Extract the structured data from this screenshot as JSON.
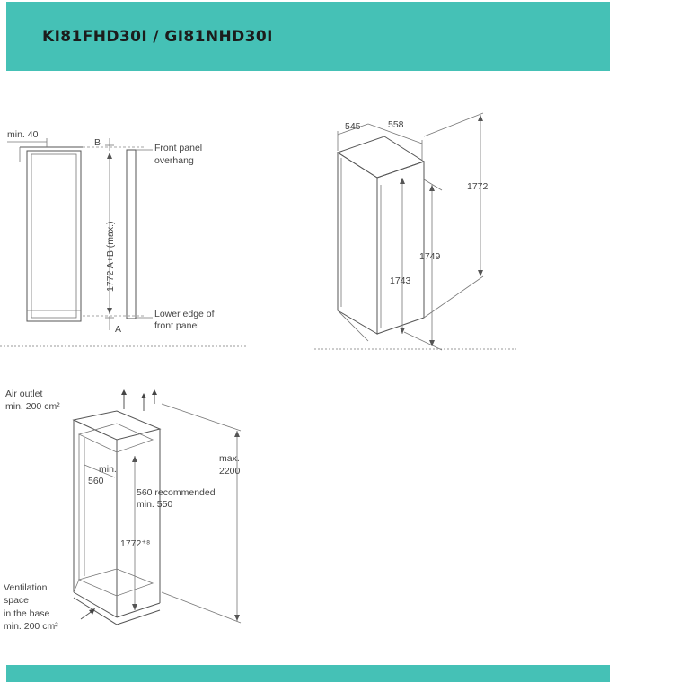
{
  "header": {
    "title": "KI81FHD30I / GI81NHD30I",
    "color": "#45c1b6"
  },
  "diagram_front": {
    "min_40": "min. 40",
    "b": "B",
    "front_panel_1": "Front panel",
    "front_panel_2": "overhang",
    "height": "1772 A+B (max.)",
    "lower_edge_1": "Lower edge of",
    "lower_edge_2": "front panel",
    "a": "A"
  },
  "diagram_appliance": {
    "depth": "545",
    "width": "558",
    "height_total": "1772",
    "height_door": "1749",
    "height_body": "1743"
  },
  "diagram_niche": {
    "air_outlet_1": "Air outlet",
    "air_outlet_2": "min. 200 cm²",
    "max_label_1": "max.",
    "max_label_2": "2200",
    "min_label_1": "min.",
    "min_label_2": "560",
    "recommended_1": "560 recommended",
    "recommended_2": "min. 550",
    "niche_height": "1772⁺⁸",
    "vent_1": "Ventilation",
    "vent_2": "space",
    "vent_3": "in the base",
    "vent_4": "min. 200 cm²"
  }
}
